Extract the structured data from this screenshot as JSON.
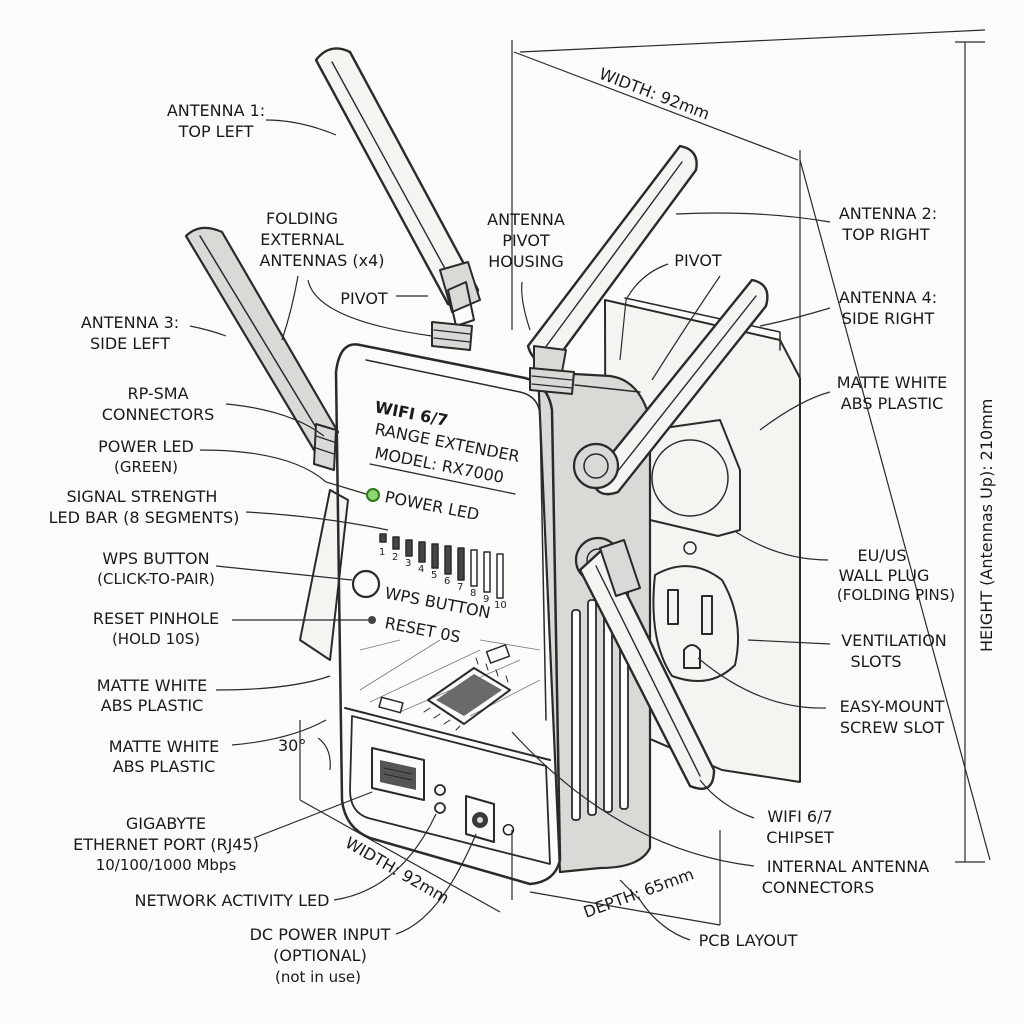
{
  "device_text": {
    "title_line1": "WIFI 6/7",
    "title_line2": "RANGE EXTENDER",
    "model": "MODEL: RX7000",
    "power_led": "POWER LED",
    "led_numbers": [
      "1",
      "2",
      "3",
      "4",
      "5",
      "6",
      "7",
      "8",
      "9",
      "10"
    ],
    "wps_button": "WPS BUTTON",
    "reset": "RESET 0S",
    "usb_symbol": "⭘"
  },
  "dimensions": {
    "width_top": "WIDTH: 92mm",
    "width_bottom": "WIDTH: 92mm",
    "depth": "DEPTH: 65mm",
    "height": "HEIGHT (Antennas Up): 210mm",
    "angle": "30°"
  },
  "labels_left": {
    "antenna1": [
      "ANTENNA 1:",
      "TOP LEFT"
    ],
    "folding": [
      "FOLDING",
      "EXTERNAL",
      "ANTENNAS (x4)"
    ],
    "pivot_left": "PIVOT",
    "antenna3": [
      "ANTENNA 3:",
      "SIDE LEFT"
    ],
    "rpsma": [
      "RP-SMA",
      "CONNECTORS"
    ],
    "power_led": [
      "POWER LED",
      "(GREEN)"
    ],
    "signal": [
      "SIGNAL STRENGTH",
      "LED BAR (8 SEGMENTS)"
    ],
    "wps": [
      "WPS BUTTON",
      "(CLICK-TO-PAIR)"
    ],
    "reset": [
      "RESET PINHOLE",
      "(HOLD 10S)"
    ],
    "matte1": [
      "MATTE WHITE",
      "ABS PLASTIC"
    ],
    "matte2": [
      "MATTE WHITE",
      "ABS PLASTIC"
    ],
    "ethernet": [
      "GIGABYTE",
      "ETHERNET PORT (RJ45)",
      "10/100/1000 Mbps"
    ],
    "network_led": "NETWORK ACTIVITY LED",
    "dc_power": [
      "DC POWER INPUT",
      "(OPTIONAL)",
      "(not in use)"
    ]
  },
  "labels_center": {
    "pivot_housing": [
      "ANTENNA",
      "PIVOT",
      "HOUSING"
    ],
    "pivot_right": "PIVOT",
    "pcb": "PCB LAYOUT"
  },
  "labels_right": {
    "antenna2": [
      "ANTENNA 2:",
      "TOP RIGHT"
    ],
    "antenna4": [
      "ANTENNA 4:",
      "SIDE RIGHT"
    ],
    "matte": [
      "MATTE WHITE",
      "ABS PLASTIC"
    ],
    "plug": [
      "EU/US",
      "WALL PLUG",
      "(FOLDING PINS)"
    ],
    "vent": [
      "VENTILATION",
      "SLOTS"
    ],
    "screw": [
      "EASY-MOUNT",
      "SCREW SLOT"
    ],
    "chipset": [
      "WIFI 6/7",
      "CHIPSET"
    ],
    "internal": [
      "INTERNAL ANTENNA",
      "CONNECTORS"
    ]
  }
}
